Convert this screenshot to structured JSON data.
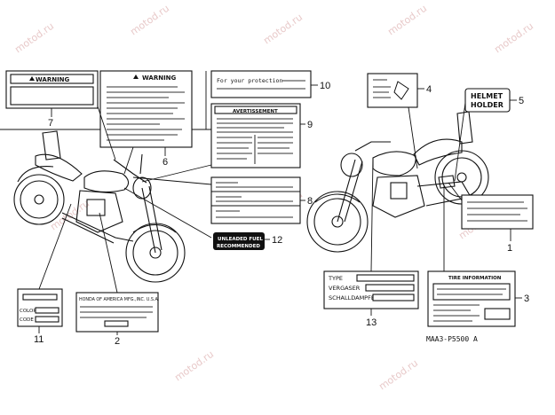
{
  "watermark": "motod.ru",
  "diagram_code": "MAA3-P5500 A",
  "labels": {
    "warning_left": "WARNING",
    "warning_center": "WARNING",
    "protection": "For your protection",
    "avertissement": "AVERTISSEMENT",
    "helmet_line1": "HELMET",
    "helmet_line2": "HOLDER",
    "unleaded_line1": "UNLEADED FUEL",
    "unleaded_line2": "RECOMMENDED",
    "honda_plate": "HONDA OF AMERICA MFG.,INC. U.S.A.",
    "color": "COLOR",
    "code": "CODE",
    "type": "TYPE",
    "vergaser": "VERGASER",
    "schalldampfer": "SCHALLDAMPFER",
    "tire_info": "TIRE INFORMATION"
  },
  "callouts": {
    "n1": "1",
    "n2": "2",
    "n3": "3",
    "n4": "4",
    "n5": "5",
    "n6": "6",
    "n7": "7",
    "n8": "8",
    "n9": "9",
    "n10": "10",
    "n11": "11",
    "n12": "12",
    "n13": "13"
  }
}
